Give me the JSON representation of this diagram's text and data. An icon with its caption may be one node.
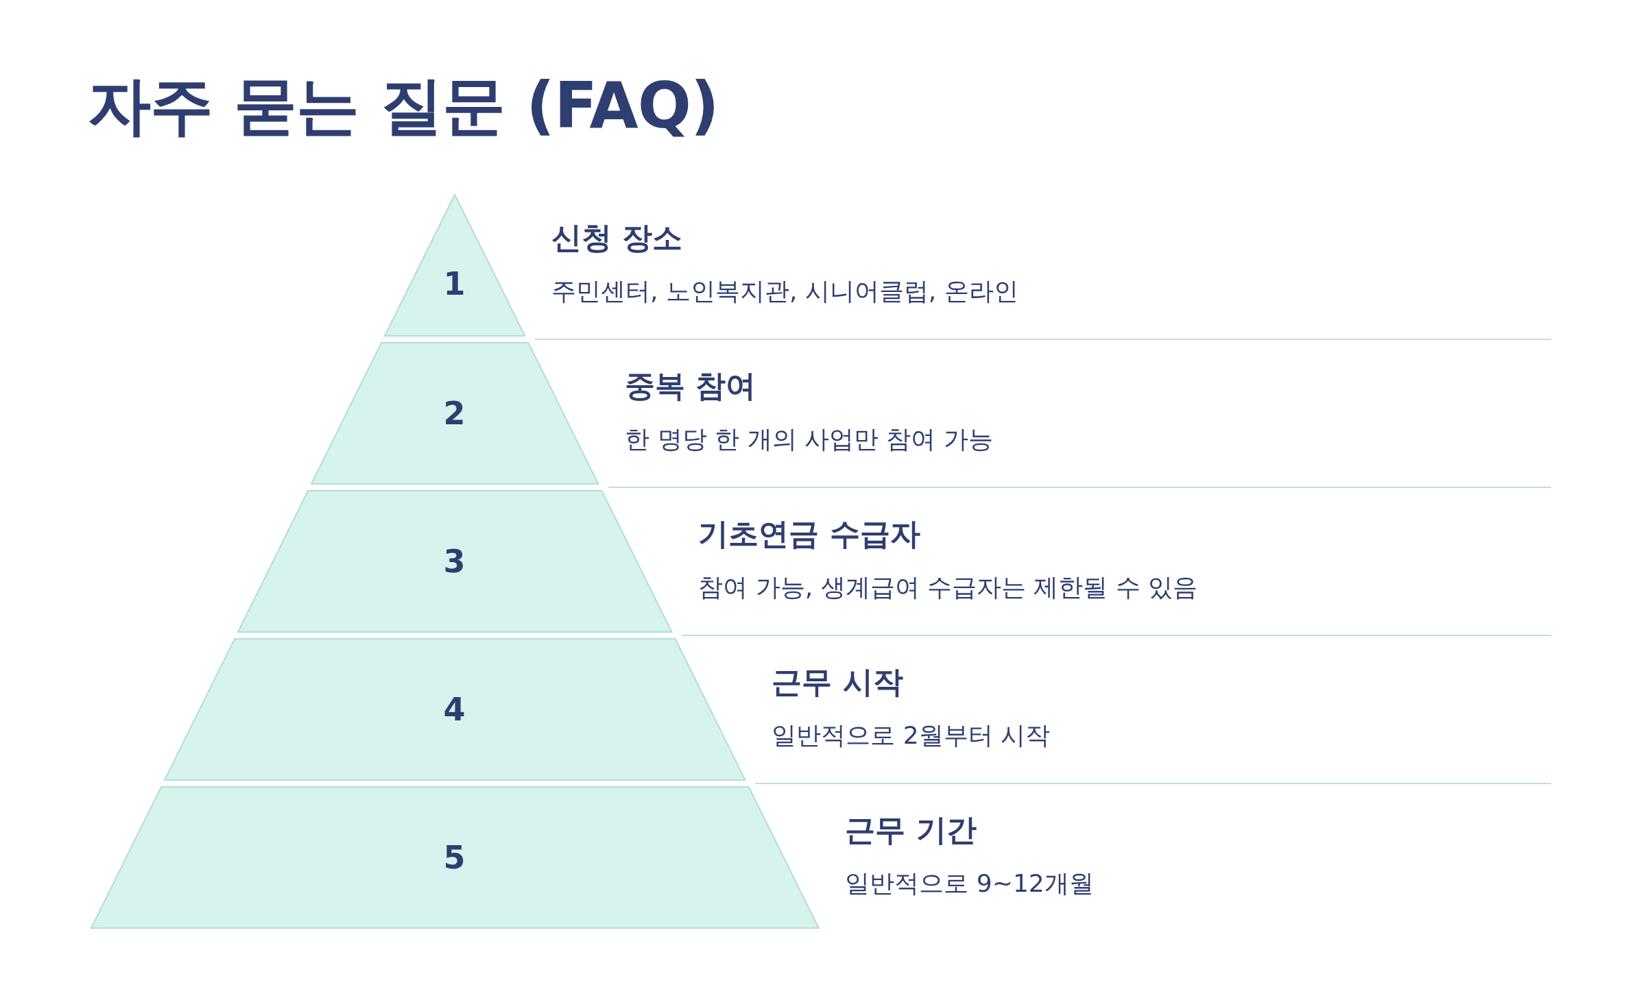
{
  "diagram": {
    "title": "자주 묻는 질문 (FAQ)",
    "nodes": [
      {
        "text": [
          "1"
        ],
        "beside": [
          "신청 장소",
          "주민센터, 노인복지관, 시니어클럽, 온라인"
        ]
      },
      {
        "text": [
          "2"
        ],
        "beside": [
          "중복 참여",
          "한 명당 한 개의 사업만 참여 가능"
        ]
      },
      {
        "text": [
          "3"
        ],
        "beside": [
          "기초연금 수급자",
          "참여 가능, 생계급여 수급자는 제한될 수 있음"
        ]
      },
      {
        "text": [
          "4"
        ],
        "beside": [
          "근무 시작",
          "일반적으로 2월부터 시작"
        ]
      },
      {
        "text": [
          "5"
        ],
        "beside": [
          "근무 기간",
          "일반적으로 9~12개월"
        ]
      }
    ]
  }
}
